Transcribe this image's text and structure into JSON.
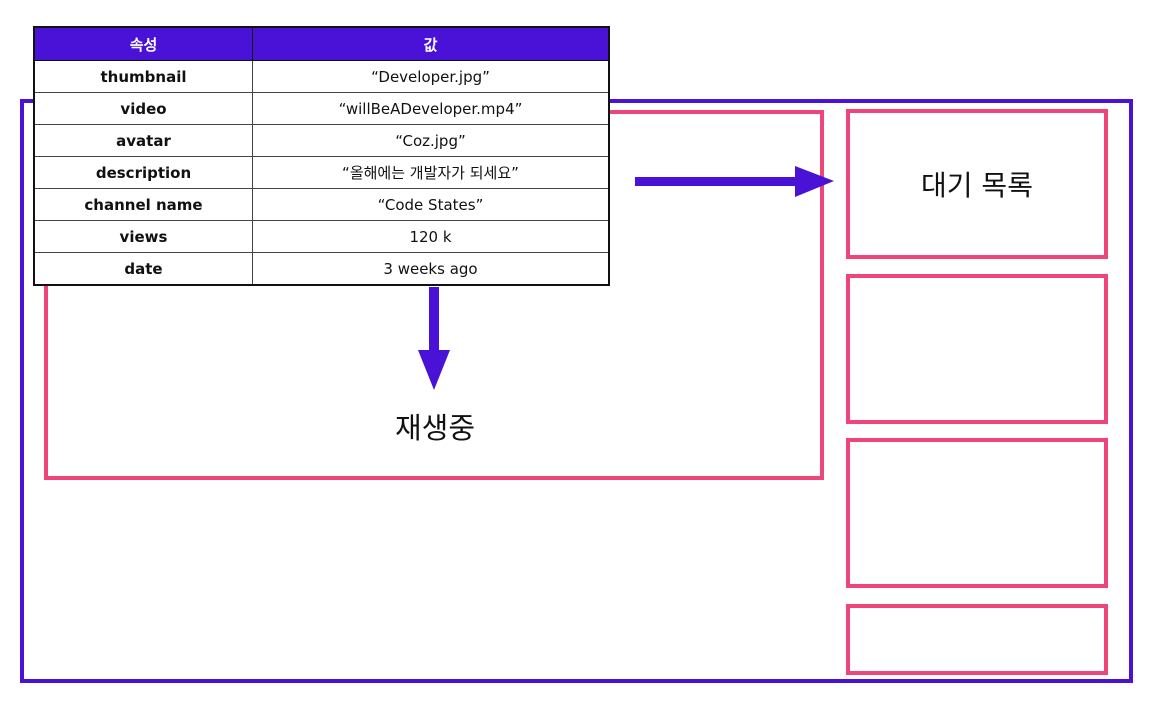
{
  "table": {
    "headers": {
      "property": "속성",
      "value": "값"
    },
    "rows": [
      {
        "key": "thumbnail",
        "value": "“Developer.jpg”"
      },
      {
        "key": "video",
        "value": "“willBeADeveloper.mp4”"
      },
      {
        "key": "avatar",
        "value": "“Coz.jpg”"
      },
      {
        "key": "description",
        "value": "“올해에는 개발자가 되세요”"
      },
      {
        "key": "channel name",
        "value": "“Code States”"
      },
      {
        "key": "views",
        "value": "120 k"
      },
      {
        "key": "date",
        "value": "3 weeks ago"
      }
    ]
  },
  "labels": {
    "now_playing": "재생중",
    "watch_list": "대기 목록"
  },
  "colors": {
    "purple": "#4a12d6",
    "pink": "#f0457a"
  }
}
